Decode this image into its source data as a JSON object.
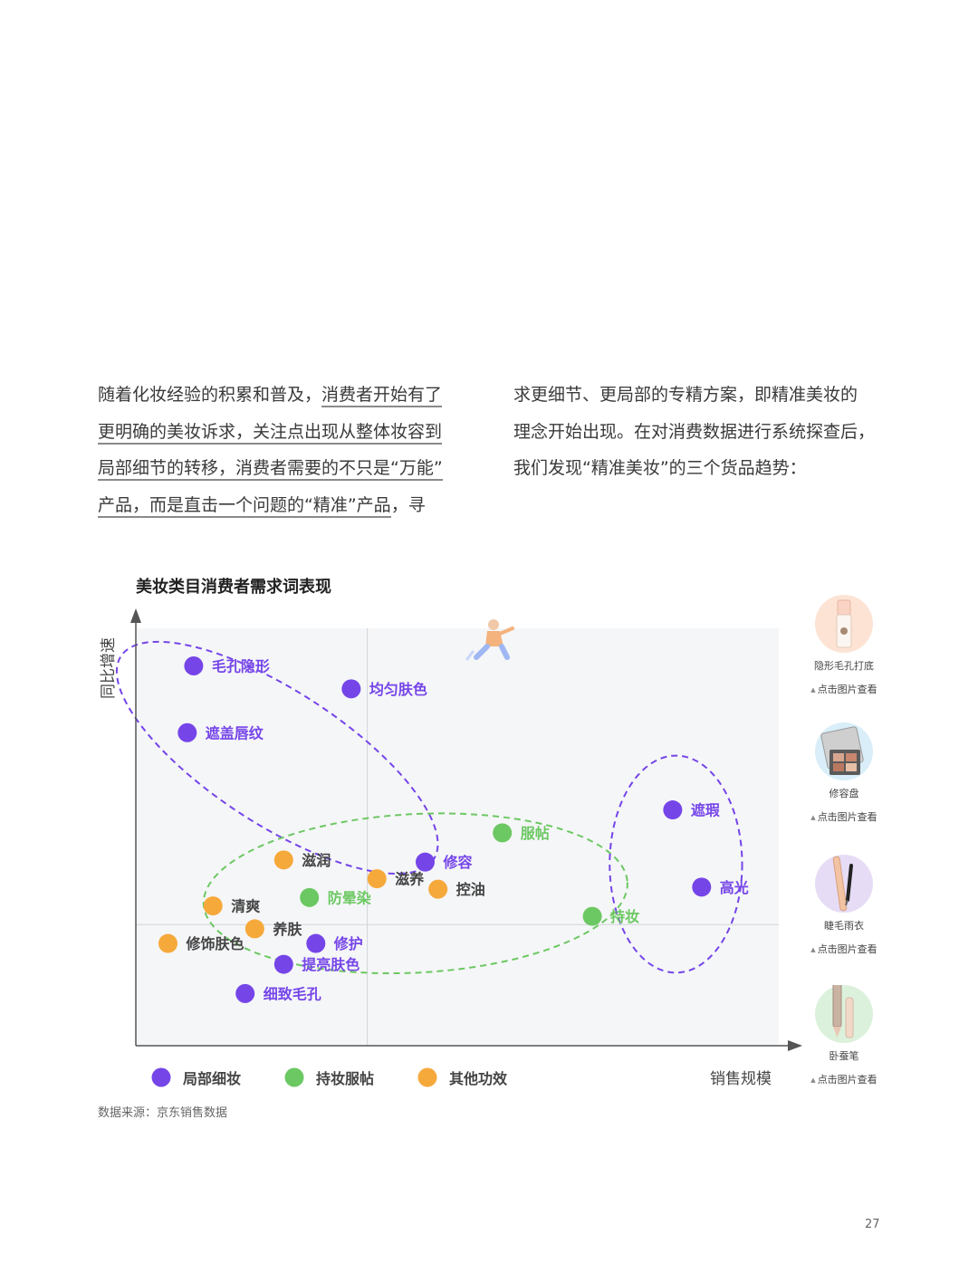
{
  "paragraph": {
    "left_lines": [
      {
        "plain": "随着化妆经验的积累和普及，",
        "under": "消费者开始有了"
      },
      {
        "plain": "",
        "under": "更明确的美妆诉求，关注点出现从整体妆容到"
      },
      {
        "plain": "",
        "under": "局部细节的转移，消费者需要的不只是“万能”"
      },
      {
        "plain": "",
        "under": "产品，而是直击一个问题的“精准”产品",
        "tail": "，寻"
      }
    ],
    "right_lines": [
      "求更细节、更局部的专精方案，即精准美妆的",
      "理念开始出现。在对消费数据进行系统探查后，",
      "我们发现“精准美妆”的三个货品趋势："
    ]
  },
  "chart_title": "美妆类目消费者需求词表现",
  "source": "数据来源：京东销售数据",
  "page_number": "27",
  "colors": {
    "purple": "#7545e8",
    "green": "#6cc862",
    "orange": "#f6a93b",
    "plot_bg": "#f5f6f8",
    "axis": "#555555"
  },
  "chart_data": {
    "type": "scatter",
    "title": "美妆类目消费者需求词表现",
    "xlabel": "销售规模",
    "ylabel": "同比增速",
    "xlim": [
      0,
      100
    ],
    "ylim": [
      0,
      100
    ],
    "quadrant_lines": {
      "x": 36,
      "y": 29
    },
    "grid": false,
    "legend_position": "bottom",
    "series": [
      {
        "name": "局部细妆",
        "color": "#7545e8",
        "points": [
          {
            "label": "毛孔隐形",
            "x": 9,
            "y": 91
          },
          {
            "label": "均匀肤色",
            "x": 33.5,
            "y": 85.5
          },
          {
            "label": "遮盖唇纹",
            "x": 8,
            "y": 75
          },
          {
            "label": "遮瑕",
            "x": 83.5,
            "y": 56.5
          },
          {
            "label": "修容",
            "x": 45,
            "y": 44
          },
          {
            "label": "高光",
            "x": 88,
            "y": 38
          },
          {
            "label": "修护",
            "x": 28,
            "y": 24.5
          },
          {
            "label": "提亮肤色",
            "x": 23,
            "y": 19.5
          },
          {
            "label": "细致毛孔",
            "x": 17,
            "y": 12.5
          }
        ]
      },
      {
        "name": "持妆服帖",
        "color": "#6cc862",
        "points": [
          {
            "label": "服帖",
            "x": 57,
            "y": 51
          },
          {
            "label": "防晕染",
            "x": 27,
            "y": 35.5
          },
          {
            "label": "持妆",
            "x": 71,
            "y": 31
          }
        ]
      },
      {
        "name": "其他功效",
        "color": "#f6a93b",
        "points": [
          {
            "label": "滋润",
            "x": 23,
            "y": 44.5
          },
          {
            "label": "滋养",
            "x": 37.5,
            "y": 40
          },
          {
            "label": "控油",
            "x": 47,
            "y": 37.5
          },
          {
            "label": "清爽",
            "x": 12,
            "y": 33.5
          },
          {
            "label": "养肤",
            "x": 18.5,
            "y": 28
          },
          {
            "label": "修饰肤色",
            "x": 5,
            "y": 24.5
          }
        ]
      }
    ],
    "clusters": [
      {
        "color": "#7545e8",
        "cx": 22,
        "cy": 69,
        "rx": 29,
        "ry": 16,
        "rotate_deg": 33
      },
      {
        "color": "#6cc862",
        "cx": 43.5,
        "cy": 36.5,
        "rx": 33,
        "ry": 19,
        "rotate_deg": -3
      },
      {
        "color": "#7545e8",
        "cx": 84,
        "cy": 43.5,
        "rx": 10.3,
        "ry": 26,
        "rotate_deg": 0
      }
    ]
  },
  "products": [
    {
      "name": "隐形毛孔打底",
      "link": "点击图片查看",
      "bg": "#fde3d4",
      "icon": "primer-stick-icon"
    },
    {
      "name": "修容盘",
      "link": "点击图片查看",
      "bg": "#d9eef8",
      "icon": "contour-palette-icon"
    },
    {
      "name": "睫毛雨衣",
      "link": "点击图片查看",
      "bg": "#e6dcf6",
      "icon": "mascara-icon"
    },
    {
      "name": "卧蚕笔",
      "link": "点击图片查看",
      "bg": "#dcf1dc",
      "icon": "eye-pencil-icon"
    }
  ]
}
